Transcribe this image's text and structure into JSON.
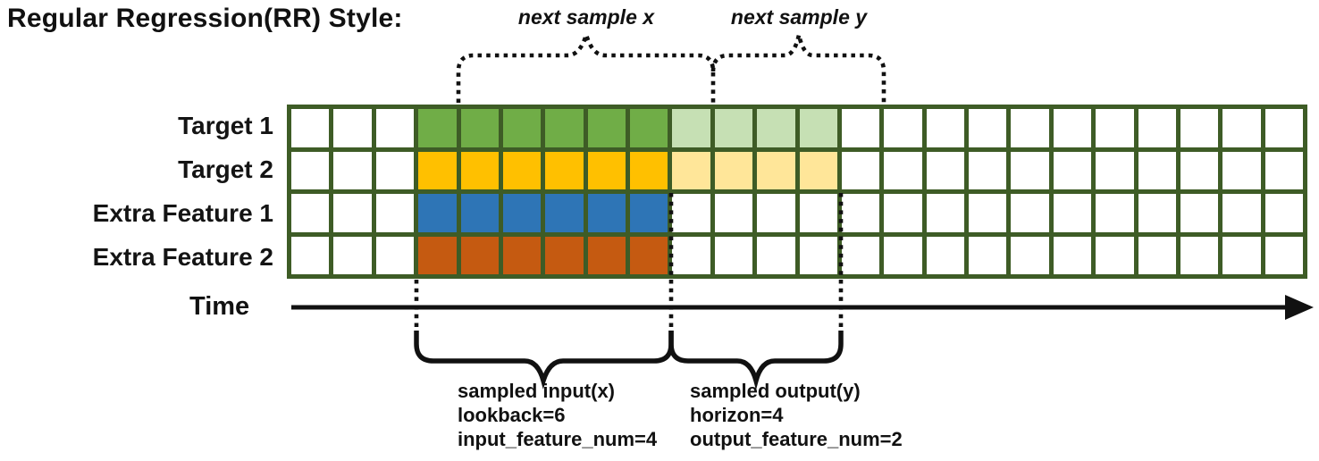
{
  "title": "Regular Regression(RR) Style:",
  "colors": {
    "grid_border": "#3E5C26",
    "target1_solid": "#70AD47",
    "target1_light": "#C6E0B4",
    "target2_solid": "#FFC000",
    "target2_light": "#FFE699",
    "extra_feature1_solid": "#2E75B6",
    "extra_feature2_solid": "#C55A11",
    "annotation": "#000000"
  },
  "grid": {
    "columns": 24,
    "input_start_col": 3,
    "lookback": 6,
    "horizon": 4,
    "rows": [
      {
        "label": "Target 1",
        "solid_color": "#70AD47",
        "light_color": "#C6E0B4",
        "has_light": true
      },
      {
        "label": "Target 2",
        "solid_color": "#FFC000",
        "light_color": "#FFE699",
        "has_light": true
      },
      {
        "label": "Extra Feature 1",
        "solid_color": "#2E75B6",
        "light_color": null,
        "has_light": false
      },
      {
        "label": "Extra Feature 2",
        "solid_color": "#C55A11",
        "light_color": null,
        "has_light": false
      }
    ]
  },
  "annotations": {
    "next_sample_x": "next sample x",
    "next_sample_y": "next sample y",
    "time_label": "Time",
    "input_lines": [
      "sampled input(x)",
      "lookback=6",
      "input_feature_num=4"
    ],
    "output_lines": [
      "sampled output(y)",
      "horizon=4",
      "output_feature_num=2"
    ]
  }
}
